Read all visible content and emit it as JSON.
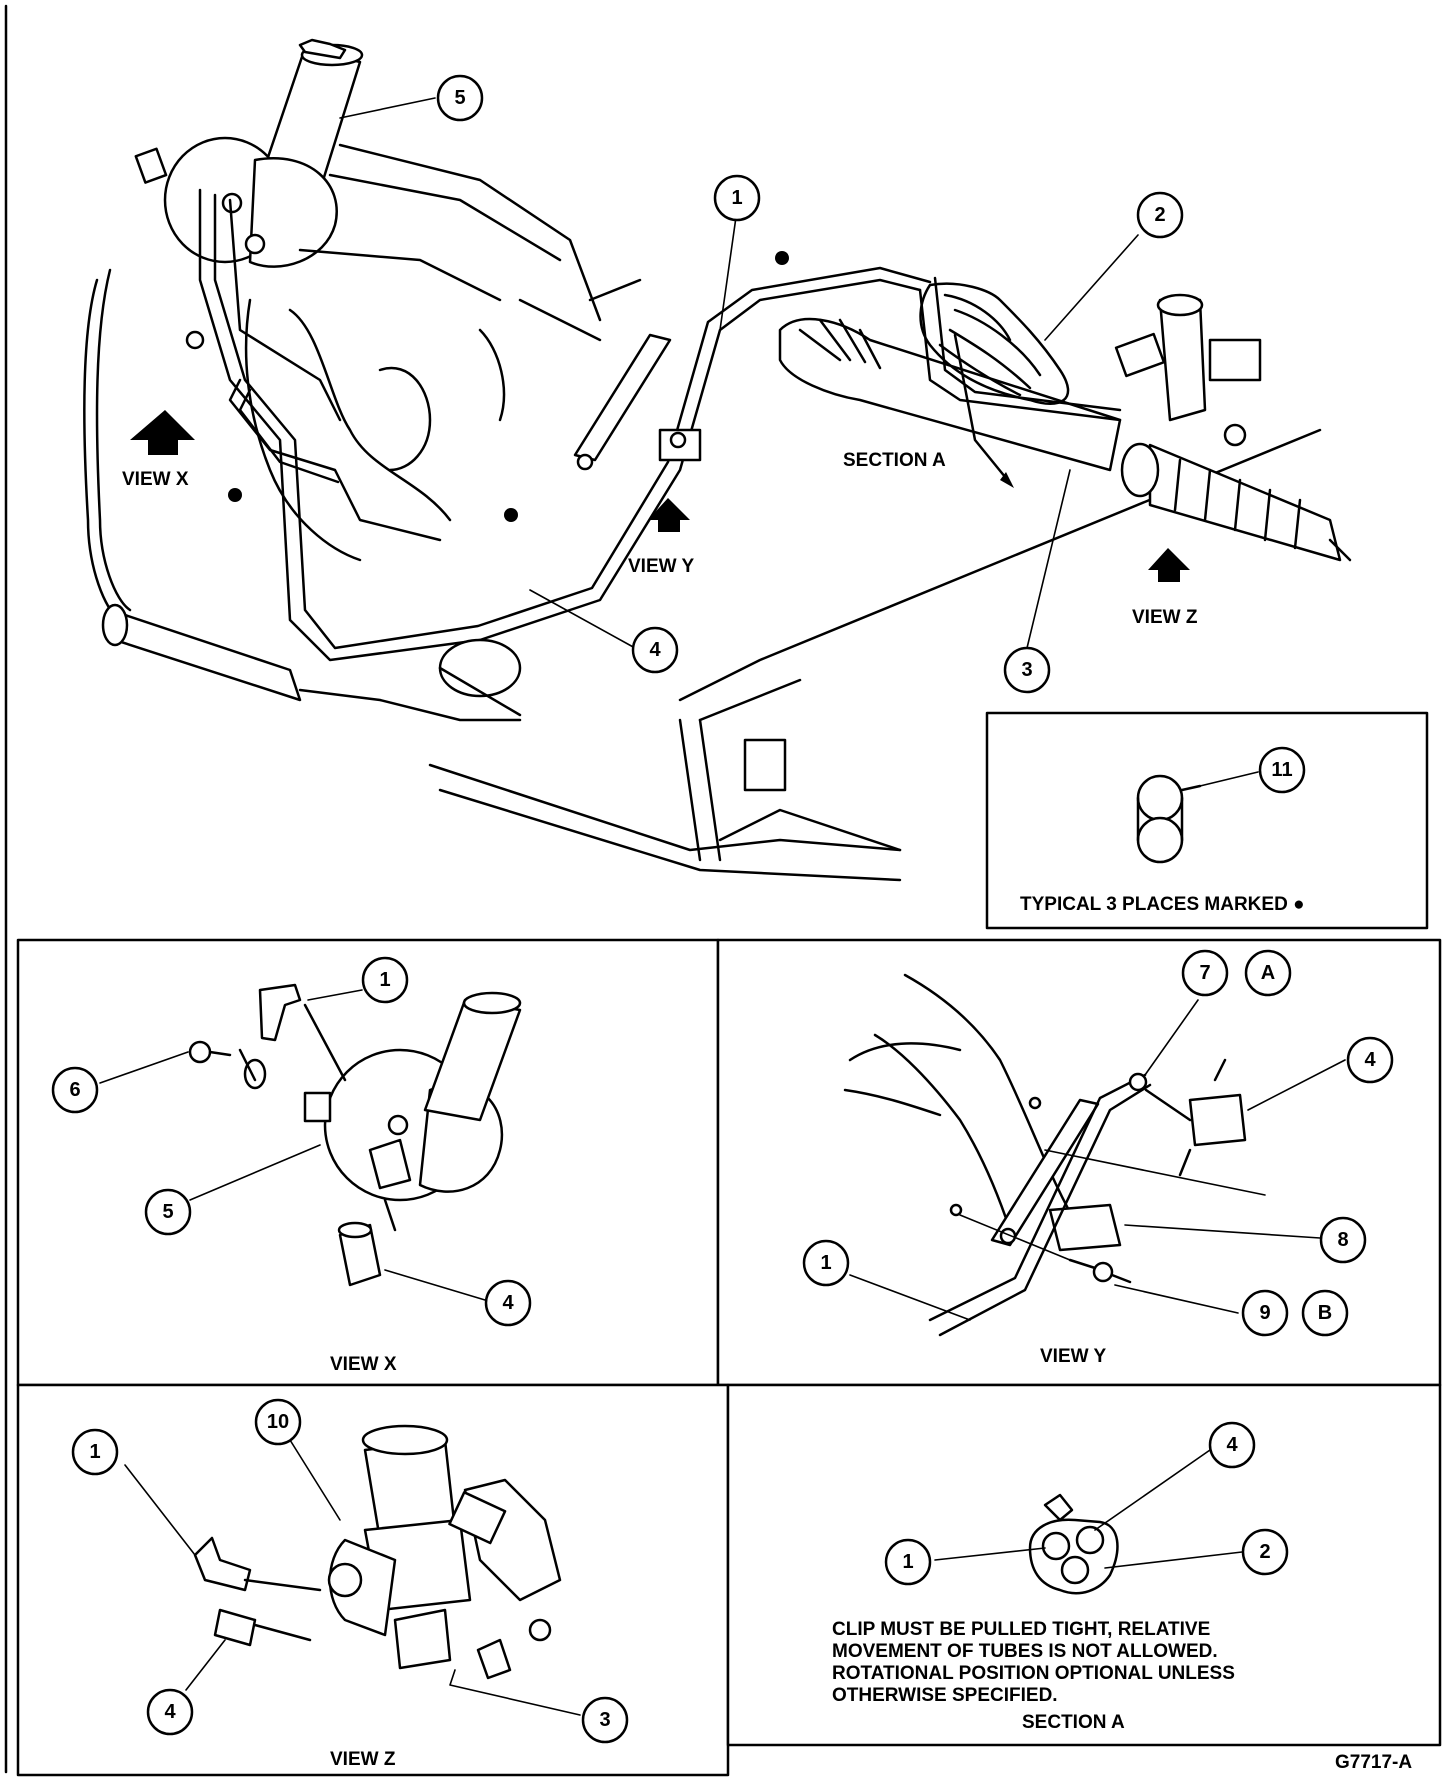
{
  "figure_id": "G7717-A",
  "main": {
    "callouts": [
      "1",
      "2",
      "3",
      "4",
      "5"
    ],
    "labels": {
      "view_x": "VIEW X",
      "view_y": "VIEW Y",
      "view_z": "VIEW Z",
      "section_a": "SECTION A"
    }
  },
  "typical_box": {
    "callout": "11",
    "caption": "TYPICAL 3 PLACES MARKED ●"
  },
  "view_x_panel": {
    "title": "VIEW X",
    "callouts": [
      "1",
      "6",
      "5",
      "4"
    ]
  },
  "view_y_panel": {
    "title": "VIEW Y",
    "callouts": [
      "7",
      "A",
      "4",
      "8",
      "1",
      "9",
      "B"
    ]
  },
  "view_z_panel": {
    "title": "VIEW Z",
    "callouts": [
      "10",
      "1",
      "4",
      "3"
    ]
  },
  "section_a_panel": {
    "title": "SECTION A",
    "callouts": [
      "4",
      "1",
      "2"
    ],
    "note_lines": [
      "CLIP MUST BE PULLED TIGHT, RELATIVE",
      "MOVEMENT OF TUBES IS NOT ALLOWED.",
      "ROTATIONAL POSITION OPTIONAL UNLESS",
      "OTHERWISE SPECIFIED."
    ]
  }
}
